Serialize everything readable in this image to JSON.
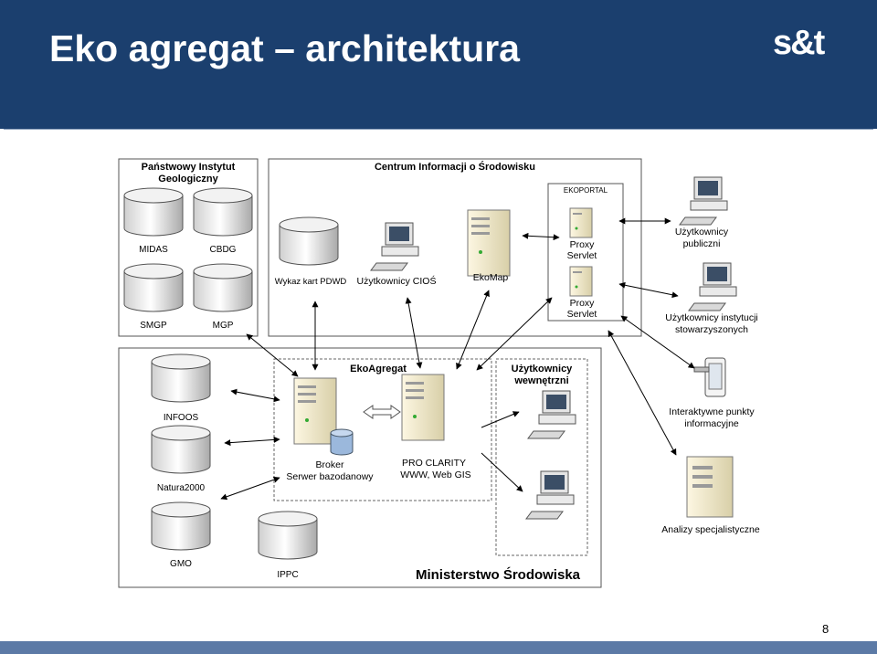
{
  "slide": {
    "title": "Eko agregat – architektura",
    "logo": "s&t",
    "page_number": "8"
  },
  "diagram": {
    "pig": {
      "title_line1": "Państwowy Instytut",
      "title_line2": "Geologiczny",
      "dbs": [
        "MIDAS",
        "CBDG",
        "SMGP",
        "MGP"
      ]
    },
    "cios": {
      "title": "Centrum Informacji o Środowisku",
      "db_pdwd": "Wykaz kart PDWD",
      "users": "Użytkownicy CIOŚ",
      "ekomap": "EkoMap",
      "ekoportal": "EKOPORTAL",
      "proxy1_line1": "Proxy",
      "proxy1_line2": "Servlet",
      "proxy2_line1": "Proxy",
      "proxy2_line2": "Servlet"
    },
    "external": {
      "public_line1": "Użytkownicy",
      "public_line2": "publiczni",
      "inst_line1": "Użytkownicy instytucji",
      "inst_line2": "stowarzyszonych",
      "kiosk_line1": "Interaktywne punkty",
      "kiosk_line2": "informacyjne",
      "analysis": "Analizy specjalistyczne"
    },
    "ministry": {
      "title": "Ministerstwo Środowiska",
      "dbs": [
        "INFOOS",
        "Natura2000",
        "GMO",
        "IPPC"
      ],
      "ekoagregat": "EkoAgregat",
      "broker_line1": "Broker",
      "broker_line2": "Serwer bazodanowy",
      "pro_line1": "PRO CLARITY",
      "pro_line2": "WWW, Web GIS",
      "internal_line1": "Użytkownicy",
      "internal_line2": "wewnętrzni"
    }
  }
}
